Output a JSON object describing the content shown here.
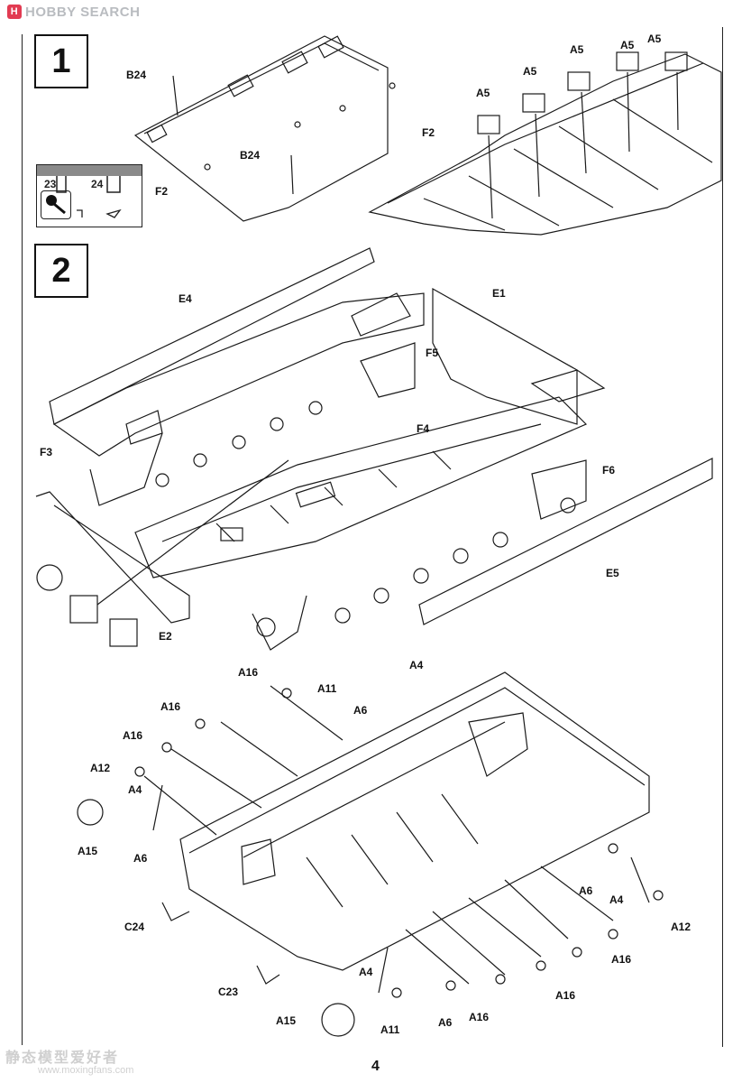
{
  "brand": {
    "text": "HOBBY SEARCH",
    "logo_glyph": "H"
  },
  "steps": [
    {
      "number": "1"
    },
    {
      "number": "2"
    }
  ],
  "inset": {
    "labels": [
      "23",
      "24"
    ],
    "icon": "nipper-cut-icon"
  },
  "labels": {
    "step1": [
      "B24",
      "F2",
      "B24",
      "A5",
      "A5",
      "A5",
      "A5",
      "A5",
      "F2"
    ],
    "step2_upper": [
      "E4",
      "E1",
      "F5",
      "F3",
      "F4",
      "F6",
      "E5",
      "E2"
    ],
    "step2_lower": [
      "A16",
      "A4",
      "A11",
      "A6",
      "A16",
      "A16",
      "A12",
      "A4",
      "A15",
      "A6",
      "C24",
      "C23",
      "A15",
      "A4",
      "A11",
      "A6",
      "A16",
      "A16",
      "A16",
      "A6",
      "A4",
      "A12"
    ]
  },
  "page_number": "4",
  "watermark": {
    "cn": "静态模型爱好者",
    "url": "www.moxingfans.com"
  },
  "colors": {
    "line": "#1a1a1a",
    "grey_fill": "#8a8a8a",
    "logo_red": "#e23b52"
  }
}
